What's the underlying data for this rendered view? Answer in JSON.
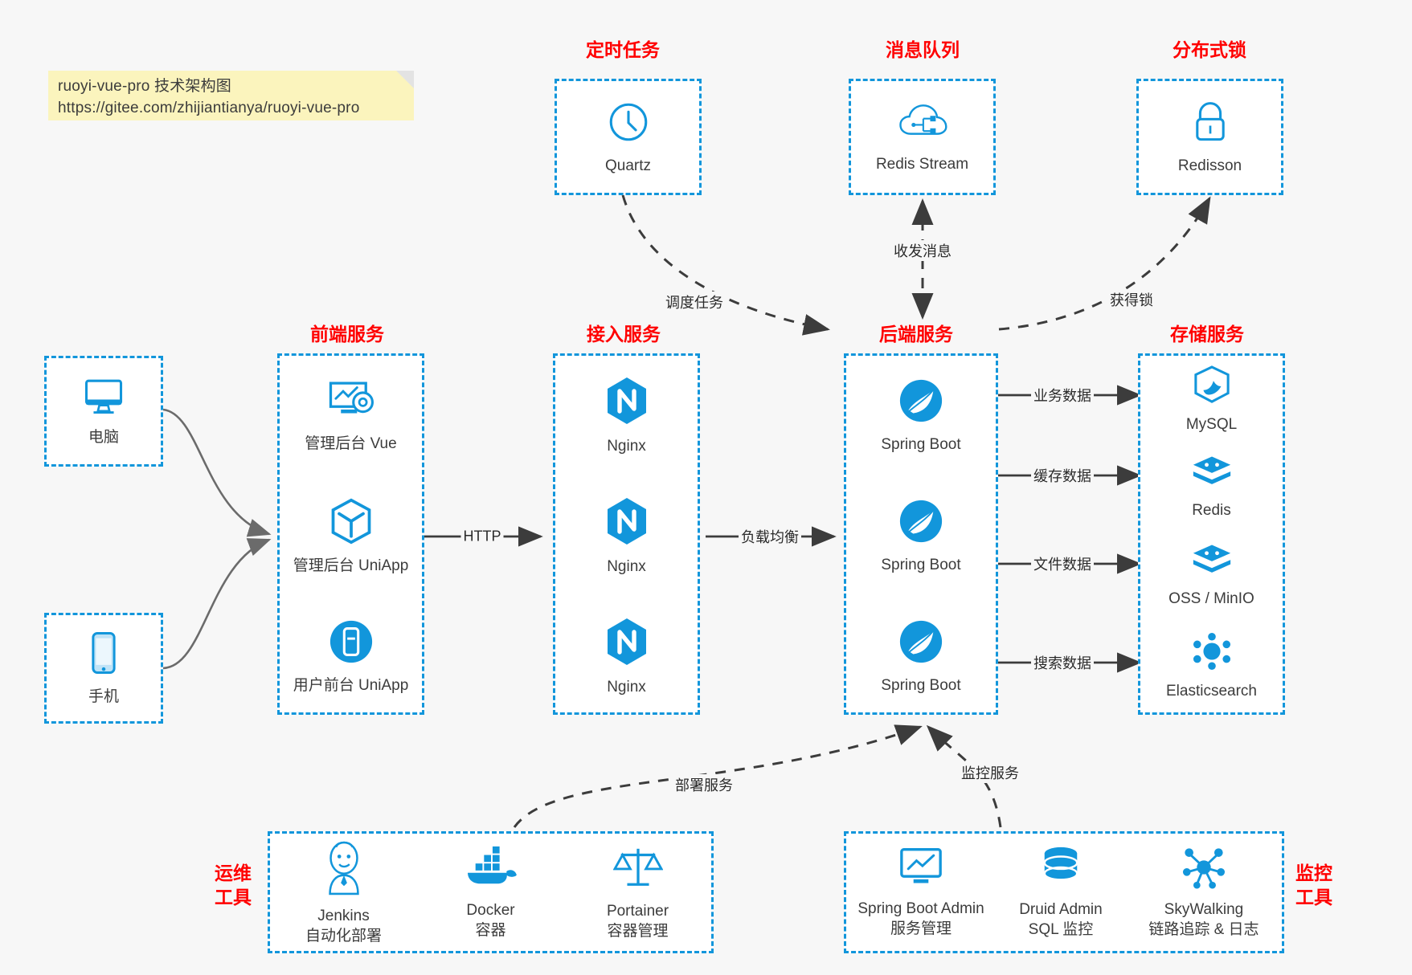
{
  "note": {
    "line1": "ruoyi-vue-pro 技术架构图",
    "line2": "https://gitee.com/zhijiantianya/ruoyi-vue-pro",
    "bg_color": "#fbf4bd"
  },
  "theme": {
    "accent": "#1296db",
    "group_title_color": "#ff0000",
    "text_color": "#3c3c3c",
    "background": "#f7f7f7",
    "edge_color": "#3c3c3c"
  },
  "groups": {
    "scheduler": {
      "title": "定时任务",
      "items": [
        {
          "label": "Quartz",
          "icon": "clock-icon"
        }
      ]
    },
    "mq": {
      "title": "消息队列",
      "items": [
        {
          "label": "Redis Stream",
          "icon": "cloud-stream-icon"
        }
      ]
    },
    "lock": {
      "title": "分布式锁",
      "items": [
        {
          "label": "Redisson",
          "icon": "lock-icon"
        }
      ]
    },
    "clients": {
      "items": [
        {
          "label": "电脑",
          "icon": "desktop-monitor-icon"
        },
        {
          "label": "手机",
          "icon": "mobile-phone-icon"
        }
      ]
    },
    "frontend": {
      "title": "前端服务",
      "items": [
        {
          "label": "管理后台 Vue",
          "icon": "dashboard-gear-icon"
        },
        {
          "label": "管理后台 UniApp",
          "icon": "cube-icon"
        },
        {
          "label": "用户前台 UniApp",
          "icon": "app-circle-icon"
        }
      ]
    },
    "gateway": {
      "title": "接入服务",
      "items": [
        {
          "label": "Nginx",
          "icon": "nginx-icon"
        },
        {
          "label": "Nginx",
          "icon": "nginx-icon"
        },
        {
          "label": "Nginx",
          "icon": "nginx-icon"
        }
      ]
    },
    "backend": {
      "title": "后端服务",
      "items": [
        {
          "label": "Spring Boot",
          "icon": "spring-boot-icon"
        },
        {
          "label": "Spring Boot",
          "icon": "spring-boot-icon"
        },
        {
          "label": "Spring Boot",
          "icon": "spring-boot-icon"
        }
      ]
    },
    "storage": {
      "title": "存储服务",
      "items": [
        {
          "label": "MySQL",
          "icon": "mysql-dolphin-icon"
        },
        {
          "label": "Redis",
          "icon": "redis-stack-icon"
        },
        {
          "label": "OSS / MinIO",
          "icon": "object-storage-icon"
        },
        {
          "label": "Elasticsearch",
          "icon": "elasticsearch-icon"
        }
      ]
    },
    "devops": {
      "title": "运维\n工具",
      "title_lines": [
        "运维",
        "工具"
      ],
      "items": [
        {
          "label": "Jenkins",
          "sub": "自动化部署",
          "icon": "jenkins-butler-icon"
        },
        {
          "label": "Docker",
          "sub": "容器",
          "icon": "docker-whale-icon"
        },
        {
          "label": "Portainer",
          "sub": "容器管理",
          "icon": "scales-icon"
        }
      ]
    },
    "monitoring": {
      "title_lines": [
        "监控",
        "工具"
      ],
      "items": [
        {
          "label": "Spring Boot Admin",
          "sub": "服务管理",
          "icon": "monitor-chart-icon"
        },
        {
          "label": "Druid Admin",
          "sub": "SQL 监控",
          "icon": "database-icon"
        },
        {
          "label": "SkyWalking",
          "sub": "链路追踪 & 日志",
          "icon": "skywalking-icon"
        }
      ]
    }
  },
  "edges": [
    {
      "id": "http",
      "label": "HTTP"
    },
    {
      "id": "load-balance",
      "label": "负载均衡"
    },
    {
      "id": "schedule-task",
      "label": "调度任务"
    },
    {
      "id": "send-receive-message",
      "label": "收发消息"
    },
    {
      "id": "acquire-lock",
      "label": "获得锁"
    },
    {
      "id": "business-data",
      "label": "业务数据"
    },
    {
      "id": "cache-data",
      "label": "缓存数据"
    },
    {
      "id": "file-data",
      "label": "文件数据"
    },
    {
      "id": "search-data",
      "label": "搜索数据"
    },
    {
      "id": "deploy-service",
      "label": "部署服务"
    },
    {
      "id": "monitor-service",
      "label": "监控服务"
    }
  ]
}
